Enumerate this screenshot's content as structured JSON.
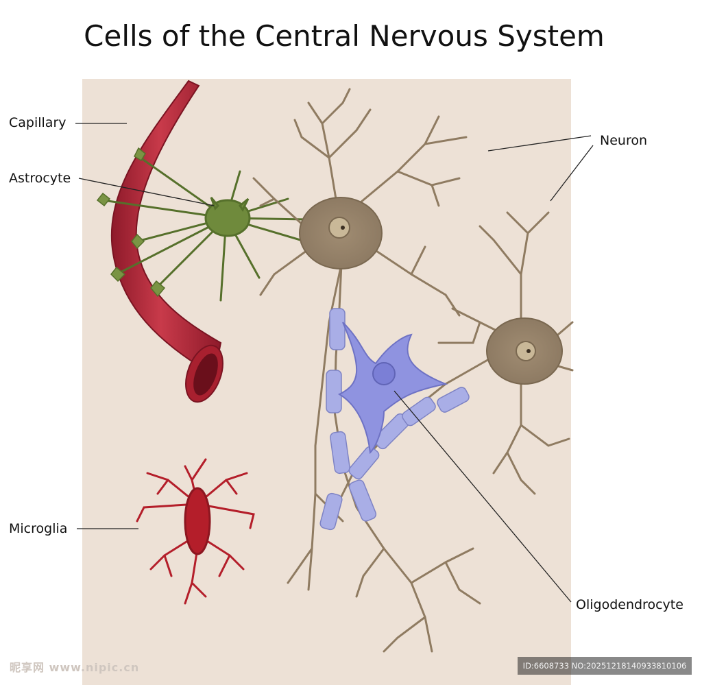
{
  "title": "Cells of the Central Nervous System",
  "labels": {
    "capillary": "Capillary",
    "astrocyte": "Astrocyte",
    "neuron": "Neuron",
    "microglia": "Microglia",
    "oligodendrocyte": "Oligodendrocyte"
  },
  "watermark": {
    "site": "昵享网 www.nipic.cn",
    "id": "ID:6608733 NO:20251218140933810106"
  },
  "colors": {
    "background": "#ede1d6",
    "capillary": "#b8283a",
    "astrocyte": "#6f8a3c",
    "neuron": "#b9a58a",
    "myelin": "#a9aee6",
    "oligodendrocyte": "#8f93e0",
    "microglia": "#b41e2a"
  }
}
